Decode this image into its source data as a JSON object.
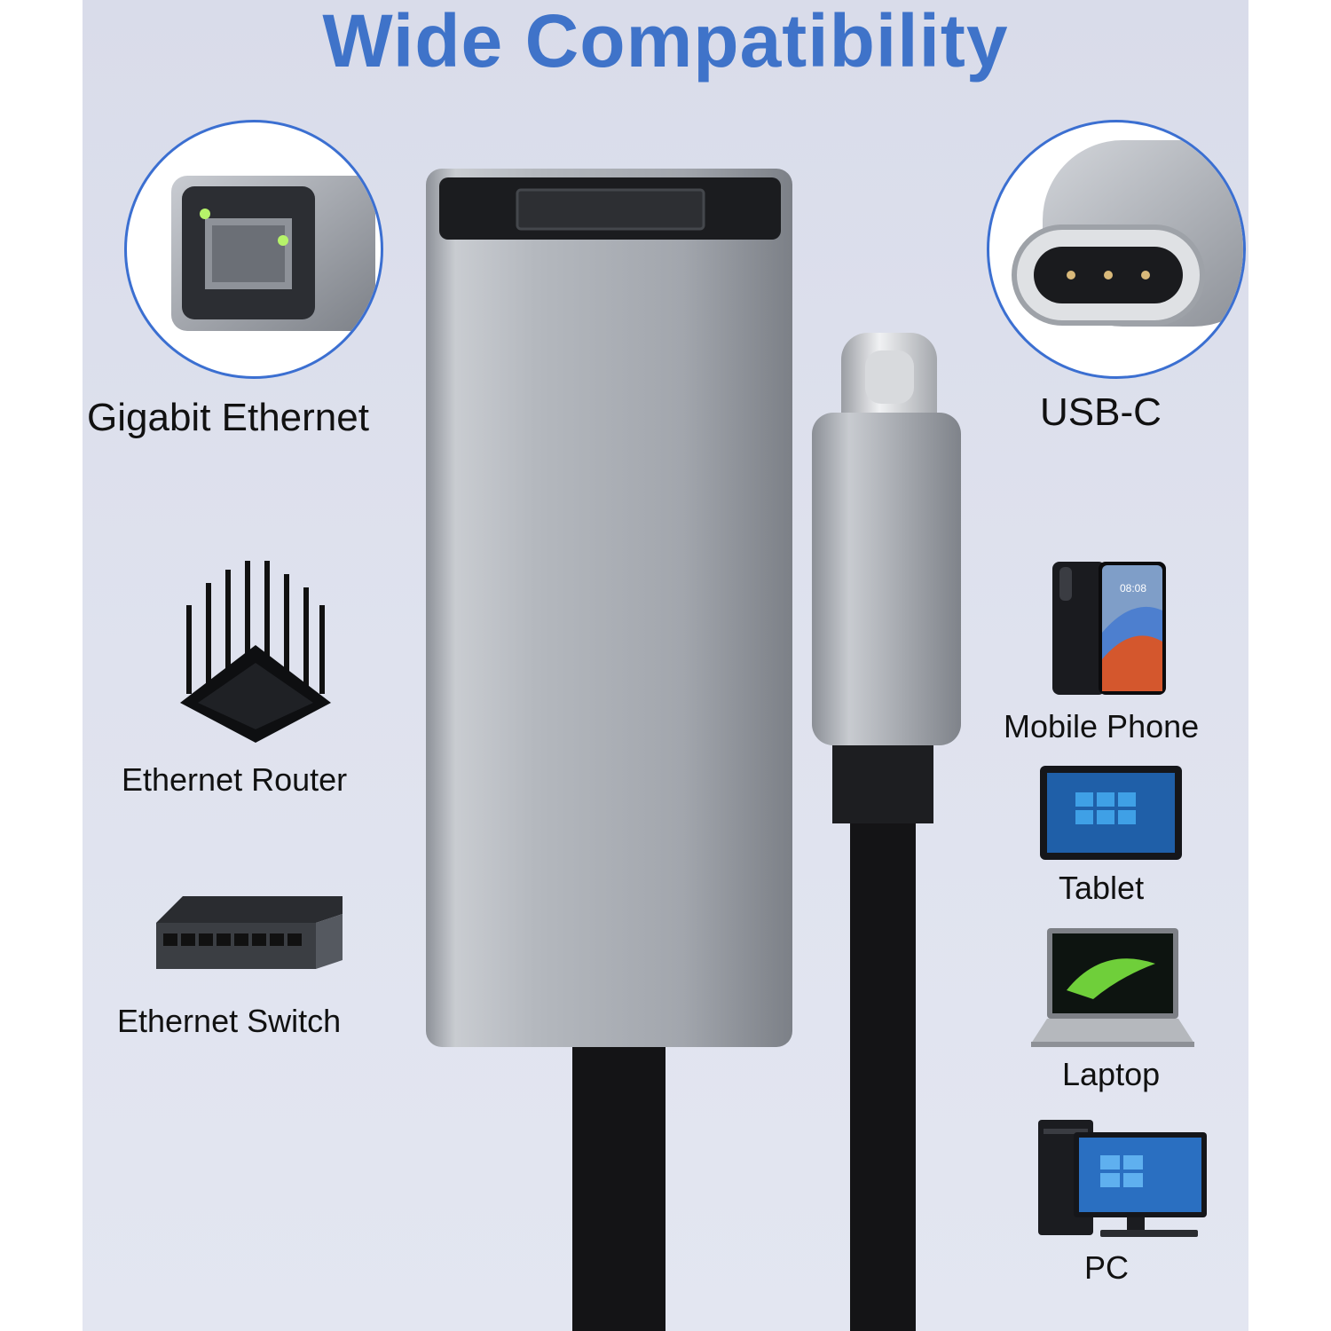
{
  "title": "Wide Compatibility",
  "ports": {
    "left": "Gigabit Ethernet",
    "right": "USB-C"
  },
  "devices_left": [
    "Ethernet Router",
    "Ethernet Switch"
  ],
  "devices_right": [
    "Mobile Phone",
    "Tablet",
    "Laptop",
    "PC"
  ],
  "phone_clock": "08:08",
  "colors": {
    "title": "#3f73c9",
    "circle_border": "#3b6fd1",
    "adapter_gray": "#a3a7ae",
    "cable_black": "#111111"
  }
}
